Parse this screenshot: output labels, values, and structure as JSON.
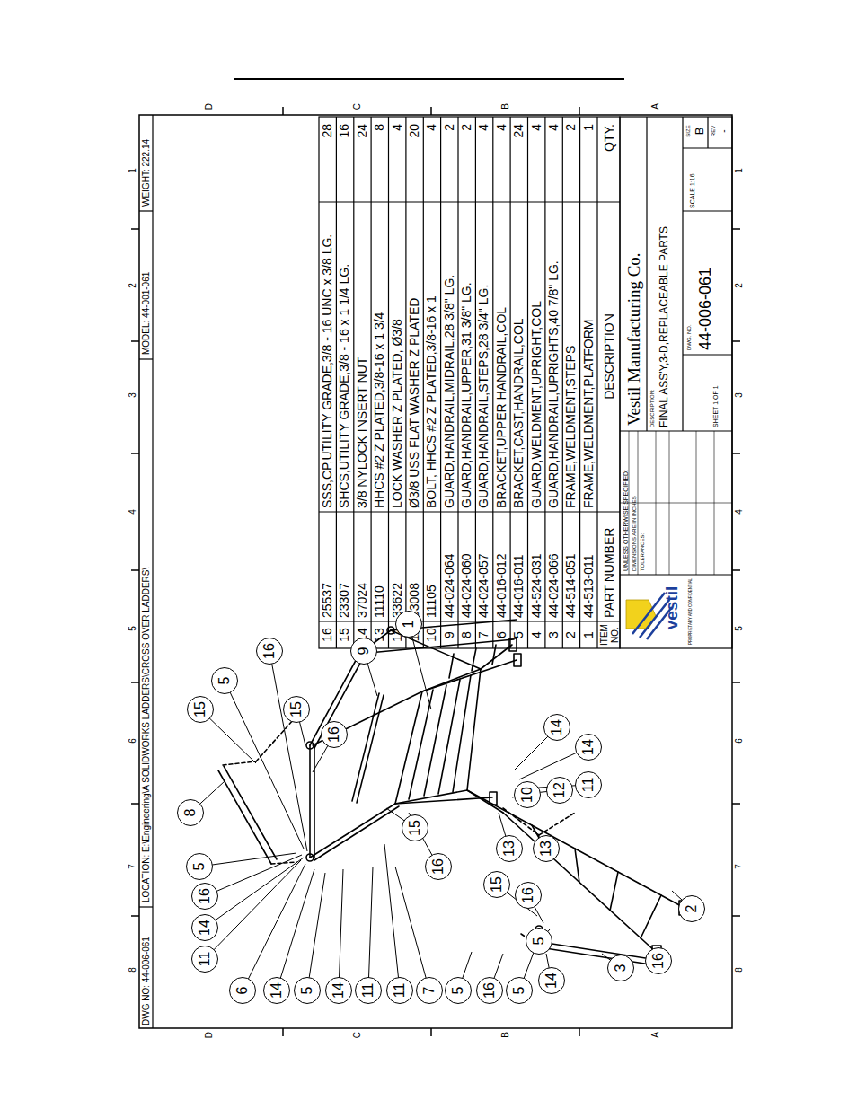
{
  "diagram": {
    "nodes": [
      {
        "text": [
          "11"
        ]
      },
      {
        "text": [
          "14"
        ]
      },
      {
        "text": [
          "16"
        ]
      },
      {
        "text": [
          "5"
        ]
      },
      {
        "text": [
          "8"
        ]
      },
      {
        "text": [
          "15"
        ]
      },
      {
        "text": [
          "5"
        ]
      },
      {
        "text": [
          "16"
        ]
      },
      {
        "text": [
          "15"
        ]
      },
      {
        "text": [
          "16"
        ]
      },
      {
        "text": [
          "9"
        ]
      },
      {
        "text": [
          "1"
        ]
      },
      {
        "text": [
          "15"
        ]
      },
      {
        "text": [
          "16"
        ]
      },
      {
        "text": [
          "14"
        ]
      },
      {
        "text": [
          "14"
        ]
      },
      {
        "text": [
          "11"
        ]
      },
      {
        "text": [
          "12"
        ]
      },
      {
        "text": [
          "10"
        ]
      },
      {
        "text": [
          "13"
        ]
      },
      {
        "text": [
          "13"
        ]
      },
      {
        "text": [
          "15"
        ]
      },
      {
        "text": [
          "16"
        ]
      },
      {
        "text": [
          "5"
        ]
      },
      {
        "text": [
          "6"
        ]
      },
      {
        "text": [
          "14"
        ]
      },
      {
        "text": [
          "5"
        ]
      },
      {
        "text": [
          "14"
        ]
      },
      {
        "text": [
          "11"
        ]
      },
      {
        "text": [
          "11"
        ]
      },
      {
        "text": [
          "7"
        ]
      },
      {
        "text": [
          "5"
        ]
      },
      {
        "text": [
          "16"
        ]
      },
      {
        "text": [
          "5"
        ]
      },
      {
        "text": [
          "14"
        ]
      },
      {
        "text": [
          "3"
        ]
      },
      {
        "text": [
          "16"
        ]
      },
      {
        "text": [
          "2"
        ]
      }
    ],
    "labels": [
      "DWG NO: 44-006-061",
      "LOCATION: E:\\Engineering\\A SOLIDWORKS LADDERS\\CROSS OVER LADDERS\\",
      "MODEL: 44-001-061",
      "WEIGHT: 222.14",
      "8",
      "7",
      "6",
      "5",
      "4",
      "3",
      "2",
      "1",
      "8",
      "7",
      "6",
      "5",
      "4",
      "3",
      "2",
      "1",
      "D",
      "C",
      "B",
      "A",
      "D",
      "C",
      "B",
      "A",
      "16",
      "25537",
      "SSS,CP,UTILITY GRADE,3/8 - 16 UNC x 3/8 LG.",
      "28",
      "15",
      "23307",
      "SHCS,UTILITY GRADE,3/8 - 16 x 1 1/4 LG.",
      "16",
      "14",
      "37024",
      "3/8 NYLOCK INSERT NUT",
      "24",
      "13",
      "11110",
      "HHCS #2 Z PLATED,3/8-16 x 1 3/4",
      "8",
      "12",
      "33622",
      "LOCK WASHER Z PLATED, Ø3/8",
      "4",
      "11",
      "33008",
      "Ø3/8 USS FLAT WASHER Z PLATED",
      "20",
      "10",
      "11105",
      "BOLT, HHCS #2 Z PLATED,3/8-16 x 1",
      "4",
      "9",
      "44-024-064",
      "GUARD,HANDRAIL,MIDRAIL,28 3/8\" LG.",
      "2",
      "8",
      "44-024-060",
      "GUARD,HANDRAIL,UPPER,31 3/8\" LG.",
      "2",
      "7",
      "44-024-057",
      "GUARD,HANDRAIL,STEPS,28 3/4\" LG.",
      "4",
      "6",
      "44-016-012",
      "BRACKET,UPPER HANDRAIL,COL",
      "4",
      "5",
      "44-016-011",
      "BRACKET,CAST,HANDRAIL,COL",
      "24",
      "4",
      "44-524-031",
      "GUARD,WELDMENT,UPRIGHT,COL",
      "4",
      "3",
      "44-024-066",
      "GUARD,HANDRAIL,UPRIGHTS,40 7/8\" LG.",
      "4",
      "2",
      "44-514-051",
      "FRAME,WELDMENT,STEPS",
      "2",
      "1",
      "44-513-011",
      "FRAME,WELDMENT,PLATFORM",
      "1",
      "ITEM NO.",
      "PART NUMBER",
      "DESCRIPTION",
      "QTY.",
      "vestil",
      "PROPRIETARY AND CONFIDENTIAL",
      "UNLESS OTHERWISE SPECIFIED:",
      "DIMENSIONS ARE IN INCHES",
      "TOLERANCES:",
      "Vestil Manufacturing Co.",
      "DESCRIPTION:",
      "FINAL ASS'Y,3-D,REPLACEABLE PARTS",
      "SHEET 1 OF 1",
      "DWG. NO.",
      "44-006-061",
      "SCALE 1:16",
      "SIZE",
      "B",
      "REV",
      "-"
    ]
  }
}
